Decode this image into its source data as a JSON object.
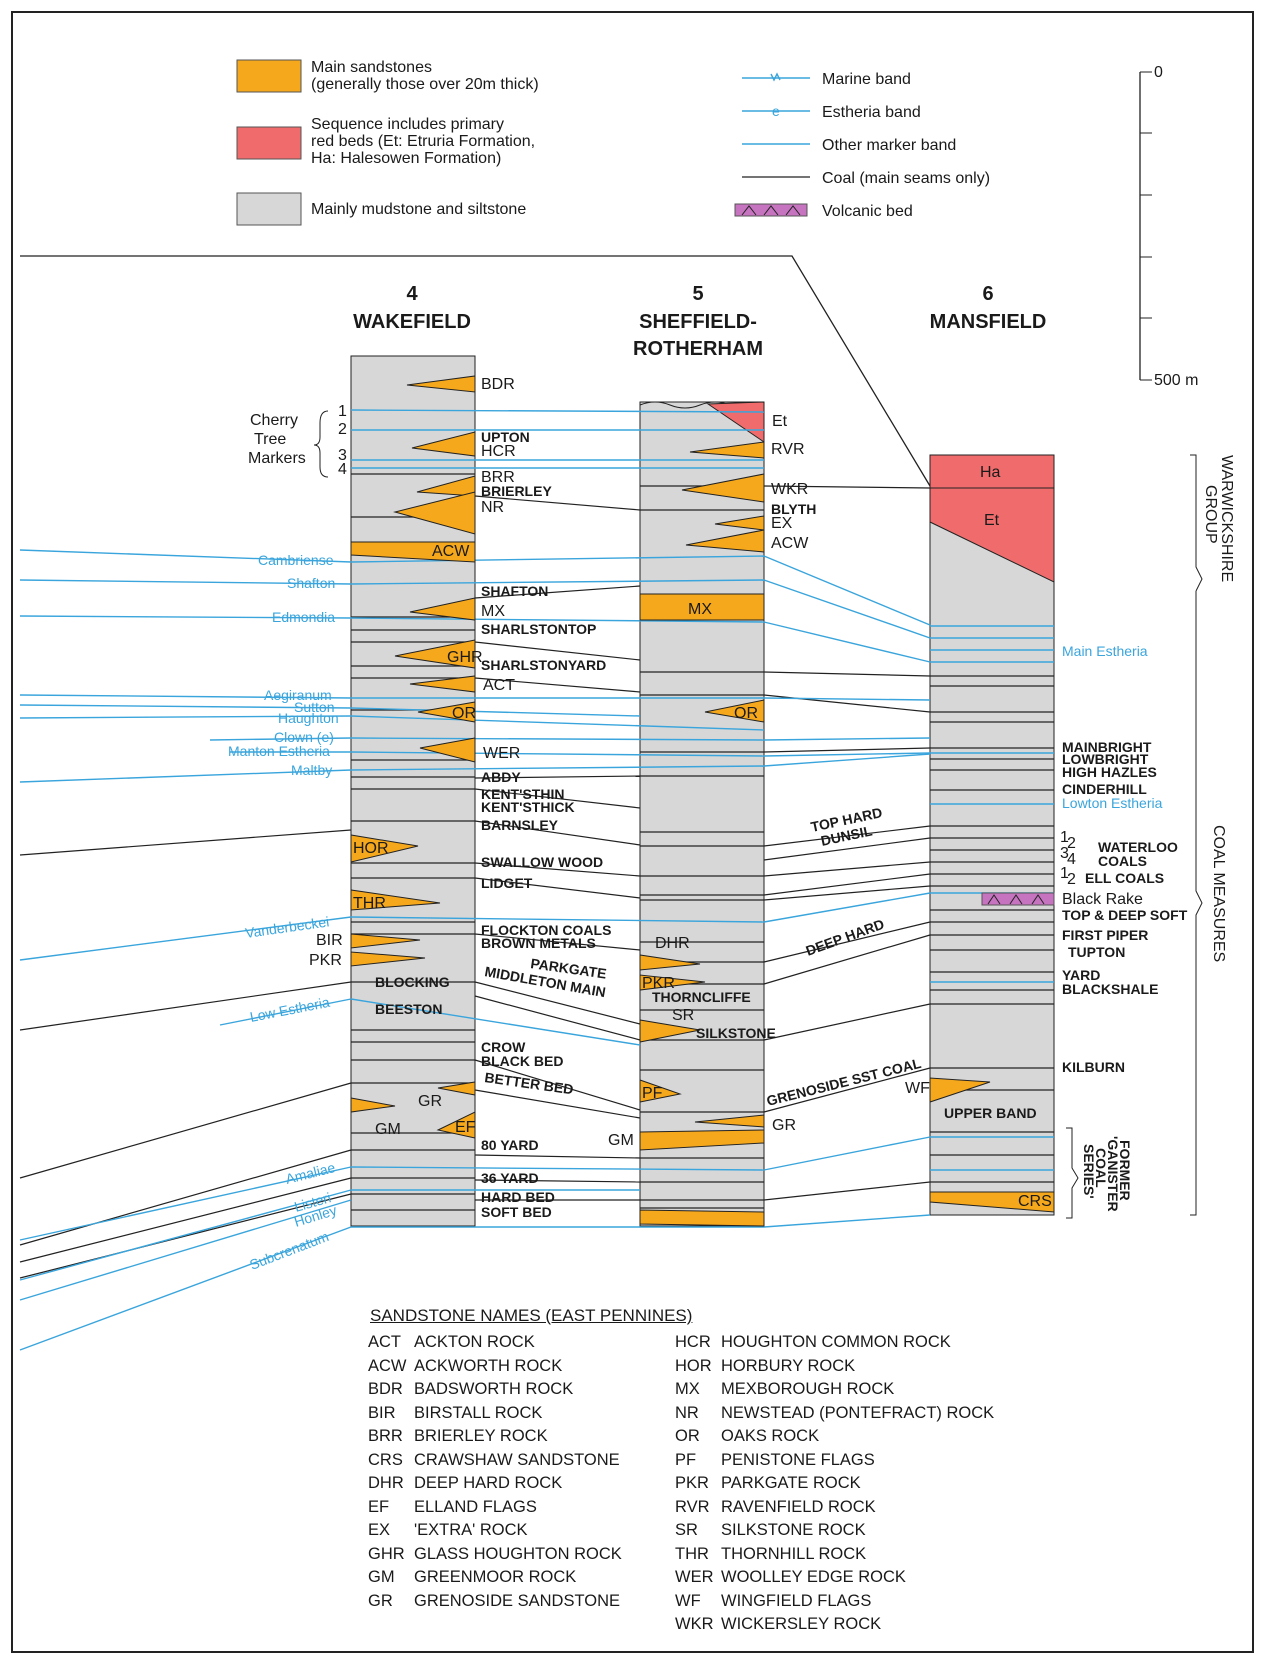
{
  "legend": {
    "main_sandstones": "Main sandstones\n(generally those over 20m thick)",
    "red_beds": "Sequence includes primary\nred beds (Et: Etruria Formation,\nHa: Halesowen Formation)",
    "mudstone": "Mainly mudstone and siltstone",
    "marine_band": "Marine band",
    "estheria_band": "Estheria band",
    "other_marker": "Other marker band",
    "coal": "Coal (main seams only)",
    "volcanic": "Volcanic bed",
    "colors": {
      "sandstone": "#f5a81c",
      "red_beds": "#f06c6c",
      "mudstone": "#d7d7d7",
      "marker": "#3aa5dc",
      "volcanic": "#c774c0"
    }
  },
  "scale": {
    "top_label": "0",
    "bottom_label": "500 m"
  },
  "columns": [
    {
      "number": "4",
      "name": "WAKEFIELD"
    },
    {
      "number": "5",
      "name": "SHEFFIELD-\nROTHERHAM"
    },
    {
      "number": "6",
      "name": "MANSFIELD"
    }
  ],
  "col4_labels": {
    "cherry": "Cherry\nTree\nMarkers",
    "n1": "1",
    "n2": "2",
    "n3": "3",
    "n4": "4",
    "BDR": "BDR",
    "UPTON": "UPTON",
    "HCR": "HCR",
    "BRR": "BRR",
    "BRIERLEY": "BRIERLEY",
    "NR": "NR",
    "ACW": "ACW",
    "SHAFTON": "SHAFTON",
    "MX": "MX",
    "SHARLSTONTOP": "SHARLSTONTOP",
    "GHR": "GHR",
    "SHARLSTONYARD": "SHARLSTONYARD",
    "ACT": "ACT",
    "OR": "OR",
    "WER": "WER",
    "ABDY": "ABDY",
    "KENTSTHIN": "KENT'STHIN",
    "KENTSTHICK": "KENT'STHICK",
    "BARNSLEY": "BARNSLEY",
    "HOR": "HOR",
    "SWALLOWWOOD": "SWALLOW WOOD",
    "LIDGET": "LIDGET",
    "THR": "THR",
    "FLOCKTON": "FLOCKTON COALS",
    "BROWNMETALS": "BROWN METALS",
    "BIR": "BIR",
    "PKR": "PKR",
    "PARKGATE": "PARKGATE",
    "MIDDLETON": "MIDDLETON MAIN",
    "BLOCKING": "BLOCKING",
    "BEESTON": "BEESTON",
    "CROW": "CROW",
    "BLACKBED": "BLACK BED",
    "BETTERBED": "BETTER BED",
    "GR": "GR",
    "GM": "GM",
    "EF": "EF",
    "YARD80": "80 YARD",
    "YARD36": "36 YARD",
    "HARDBED": "HARD BED",
    "SOFTBED": "SOFT BED"
  },
  "markers_left": {
    "Cambriense": "Cambriense",
    "Shafton": "Shafton",
    "Edmondia": "Edmondia",
    "Aegiranum": "Aegiranum",
    "Sutton": "Sutton",
    "Haughton": "Haughton",
    "Clown": "Clown (e)",
    "Manton": "Manton Estheria",
    "Maltby": "Maltby",
    "Vanderbeckei": "Vanderbeckei",
    "LowEstheria": "Low Estheria",
    "Amaliae": "Amaliae",
    "Listeri": "Listeri",
    "Honley": "Honley",
    "Subcrenatum": "Subcrenatum"
  },
  "col5_labels": {
    "Et": "Et",
    "RVR": "RVR",
    "WKR": "WKR",
    "BLYTH": "BLYTH",
    "EX": "EX",
    "ACW": "ACW",
    "MX": "MX",
    "OR": "OR",
    "DHR": "DHR",
    "PKR": "PKR",
    "THORNCLIFFE": "THORNCLIFFE",
    "SR": "SR",
    "SILKSTONE": "SILKSTONE",
    "PF": "PF",
    "GR": "GR",
    "GM": "GM",
    "TOPHARD": "TOP HARD",
    "DUNSIL": "DUNSIL",
    "DEEPHARD": "DEEP HARD",
    "GRENOSIDE": "GRENOSIDE SST COAL"
  },
  "col6_labels": {
    "Ha": "Ha",
    "Et": "Et",
    "MainEstheria": "Main Estheria",
    "MAINBRIGHT": "MAINBRIGHT",
    "LOWBRIGHT": "LOWBRIGHT",
    "HIGHHAZLES": "HIGH HAZLES",
    "CINDERHILL": "CINDERHILL",
    "Lowton": "Lowton Estheria",
    "WATERLOO": "WATERLOO",
    "COALS": "COALS",
    "ELL": "ELL COALS",
    "BlackRake": "Black Rake",
    "TOPDEEP": "TOP & DEEP SOFT",
    "FIRSTPIPER": "FIRST PIPER",
    "TUPTON": "TUPTON",
    "YARD": "YARD",
    "BLACKSHALE": "BLACKSHALE",
    "KILBURN": "KILBURN",
    "WF": "WF",
    "UPPERBAND": "UPPER BAND",
    "CRS": "CRS",
    "n1": "1",
    "n2": "2",
    "n3": "3",
    "n4": "4",
    "n1b": "1",
    "n2b": "2"
  },
  "side_labels": {
    "warwickshire": "WARWICKSHIRE\nGROUP",
    "coal_measures": "COAL MEASURES",
    "ganister": "FORMER\n'GANISTER\nCOAL\nSERIES'"
  },
  "key": {
    "title": "SANDSTONE NAMES (EAST PENNINES)",
    "left": [
      {
        "abbr": "ACT",
        "name": "ACKTON ROCK"
      },
      {
        "abbr": "ACW",
        "name": "ACKWORTH ROCK"
      },
      {
        "abbr": "BDR",
        "name": "BADSWORTH ROCK"
      },
      {
        "abbr": "BIR",
        "name": "BIRSTALL ROCK"
      },
      {
        "abbr": "BRR",
        "name": "BRIERLEY ROCK"
      },
      {
        "abbr": "CRS",
        "name": "CRAWSHAW SANDSTONE"
      },
      {
        "abbr": "DHR",
        "name": "DEEP HARD ROCK"
      },
      {
        "abbr": "EF",
        "name": "ELLAND FLAGS"
      },
      {
        "abbr": "EX",
        "name": "'EXTRA' ROCK"
      },
      {
        "abbr": "GHR",
        "name": "GLASS HOUGHTON ROCK"
      },
      {
        "abbr": "GM",
        "name": "GREENMOOR ROCK"
      },
      {
        "abbr": "GR",
        "name": "GRENOSIDE SANDSTONE"
      }
    ],
    "right": [
      {
        "abbr": "HCR",
        "name": "HOUGHTON COMMON ROCK"
      },
      {
        "abbr": "HOR",
        "name": "HORBURY ROCK"
      },
      {
        "abbr": "MX",
        "name": "MEXBOROUGH ROCK"
      },
      {
        "abbr": "NR",
        "name": "NEWSTEAD (PONTEFRACT) ROCK"
      },
      {
        "abbr": "OR",
        "name": "OAKS ROCK"
      },
      {
        "abbr": "PF",
        "name": "PENISTONE FLAGS"
      },
      {
        "abbr": "PKR",
        "name": "PARKGATE ROCK"
      },
      {
        "abbr": "RVR",
        "name": "RAVENFIELD ROCK"
      },
      {
        "abbr": "SR",
        "name": "SILKSTONE ROCK"
      },
      {
        "abbr": "THR",
        "name": "THORNHILL ROCK"
      },
      {
        "abbr": "WER",
        "name": "WOOLLEY EDGE ROCK"
      },
      {
        "abbr": "WF",
        "name": "WINGFIELD FLAGS"
      },
      {
        "abbr": "WKR",
        "name": "WICKERSLEY ROCK"
      }
    ]
  }
}
